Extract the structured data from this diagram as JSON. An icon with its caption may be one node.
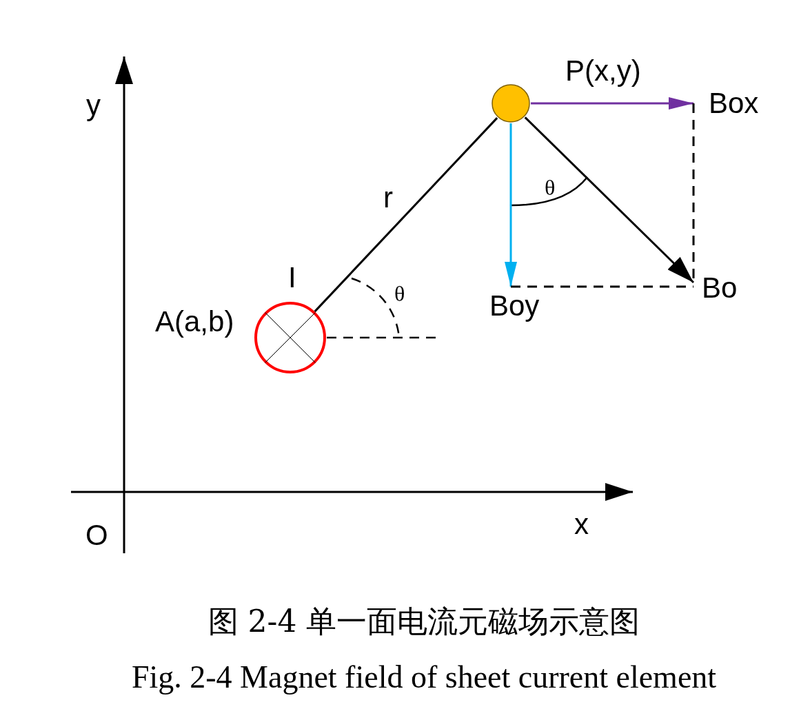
{
  "diagram": {
    "caption": "图 2-4 单一面电流元磁场示意图",
    "nodes": [
      {
        "text": [],
        "shape": "circle",
        "beside": [
          "A(a,b)",
          "I"
        ]
      },
      {
        "text": [],
        "shape": "circle",
        "beside": [
          "P(x,y)"
        ]
      },
      {
        "text": [
          "Box"
        ]
      },
      {
        "text": [
          "Bo"
        ]
      },
      {
        "text": [
          "Boy"
        ]
      }
    ],
    "edges": [
      {
        "from": 0,
        "to": 1,
        "arrow": "none",
        "label": "r"
      },
      {
        "from": 1,
        "to": 2,
        "arrow": "to",
        "color": "#7030a0"
      },
      {
        "from": 1,
        "to": 3,
        "arrow": "to"
      },
      {
        "from": 1,
        "to": 4,
        "arrow": "to",
        "color": "#00b0f0"
      },
      {
        "from": 2,
        "to": 3,
        "arrow": "none",
        "style": "dashed"
      },
      {
        "from": 4,
        "to": 3,
        "arrow": "none",
        "style": "dashed"
      }
    ],
    "labels": [
      "y",
      "θ",
      "θ",
      "O",
      "x",
      "Fig. 2-4 Magnet field of sheet current element"
    ]
  }
}
